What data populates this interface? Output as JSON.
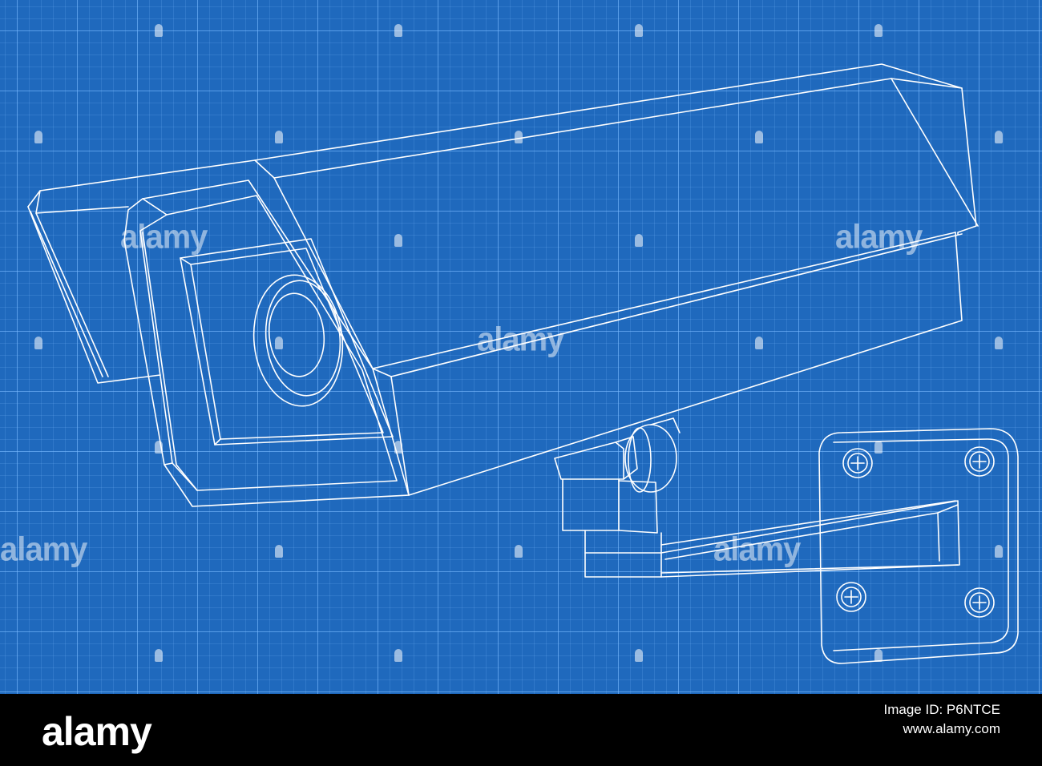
{
  "watermark": {
    "text": "alamy"
  },
  "footer": {
    "logo": "alamy",
    "image_id_label": "Image ID: P6NTCE",
    "site": "www.alamy.com"
  },
  "colors": {
    "blueprint_background": "#1f69bd",
    "grid_major": "#78b9ff",
    "line_art": "#ffffff",
    "footer_background": "#000000"
  }
}
